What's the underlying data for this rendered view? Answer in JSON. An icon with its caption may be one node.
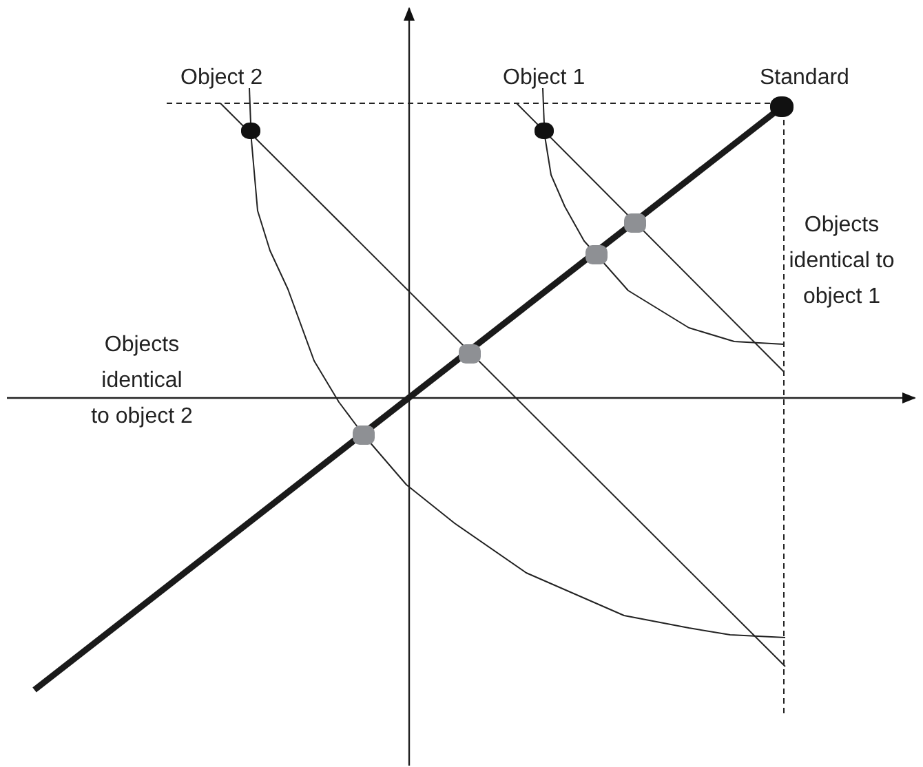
{
  "diagram": {
    "nodes": [
      {
        "text": [
          "Object 2"
        ]
      },
      {
        "text": [],
        "shape": "circle"
      },
      {
        "text": [
          "Object 1"
        ]
      },
      {
        "text": [],
        "shape": "circle"
      },
      {
        "text": [
          "Standard"
        ]
      },
      {
        "text": [],
        "shape": "circle"
      }
    ],
    "edges": [
      {
        "from": 0,
        "to": 1,
        "arrow": "none"
      },
      {
        "from": 2,
        "to": 3,
        "arrow": "none"
      }
    ],
    "labels": [
      "Objects identical to object 1",
      "Objects identical to object 2"
    ]
  }
}
